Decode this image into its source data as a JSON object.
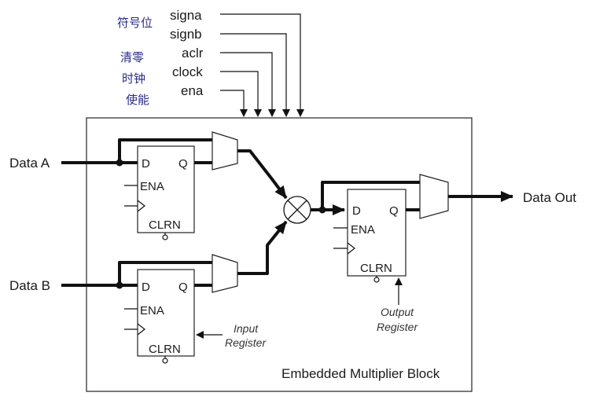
{
  "control_signals": {
    "signa": "signa",
    "signb": "signb",
    "aclr": "aclr",
    "clock": "clock",
    "ena": "ena"
  },
  "chinese_labels": {
    "sign_bit": "符号位",
    "clear": "清零",
    "clock": "时钟",
    "enable": "使能"
  },
  "inputs": {
    "data_a": "Data A",
    "data_b": "Data B"
  },
  "output": {
    "data_out": "Data Out"
  },
  "register_ports": {
    "d": "D",
    "q": "Q",
    "ena": "ENA",
    "clrn": "CLRN"
  },
  "annotations": {
    "input_register_line1": "Input",
    "input_register_line2": "Register",
    "output_register_line1": "Output",
    "output_register_line2": "Register"
  },
  "block_title": "Embedded Multiplier Block"
}
